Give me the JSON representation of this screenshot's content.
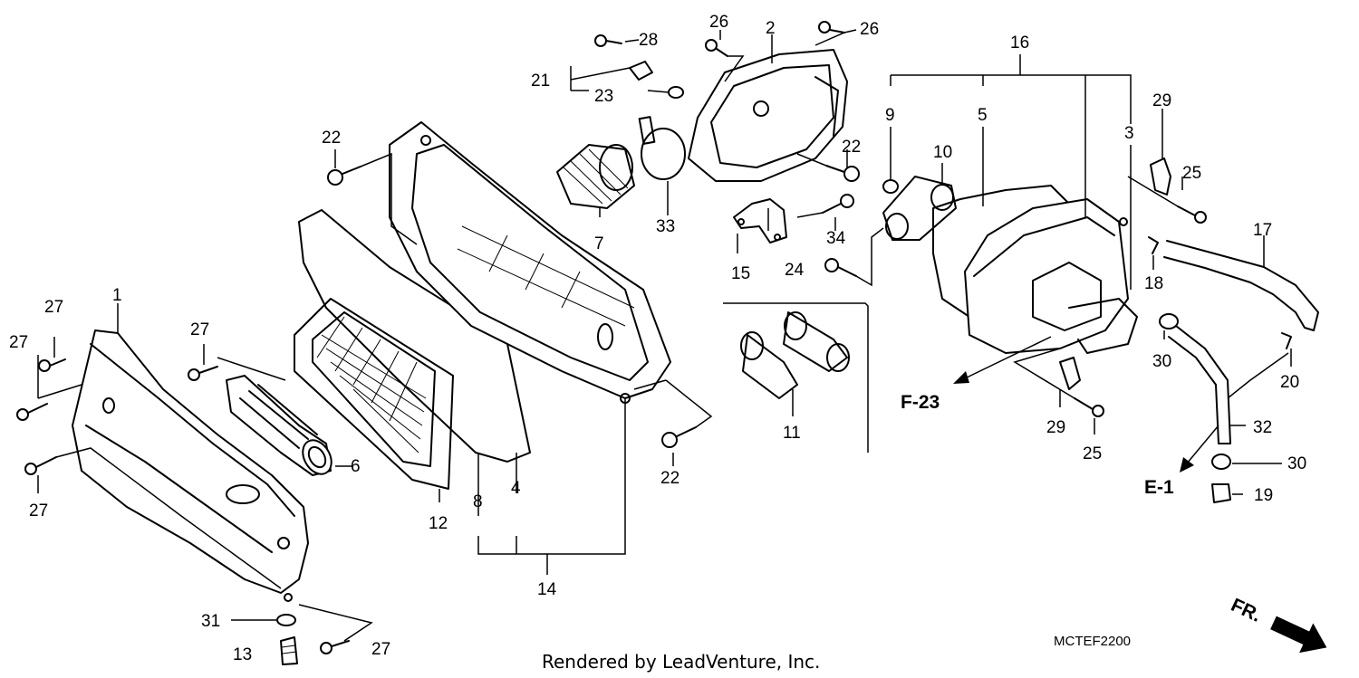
{
  "diagram": {
    "callouts": [
      "1",
      "2",
      "3",
      "4",
      "5",
      "6",
      "7",
      "8",
      "9",
      "10",
      "11",
      "12",
      "13",
      "14",
      "15",
      "16",
      "17",
      "18",
      "19",
      "20",
      "21",
      "22",
      "23",
      "24",
      "25",
      "26",
      "27",
      "28",
      "29",
      "30",
      "31",
      "32",
      "33",
      "34"
    ],
    "references": [
      "F-23",
      "E-1"
    ],
    "direction_mark": "FR.",
    "drawing_code": "MCTEF2200",
    "credit": "Rendered by LeadVenture, Inc."
  }
}
